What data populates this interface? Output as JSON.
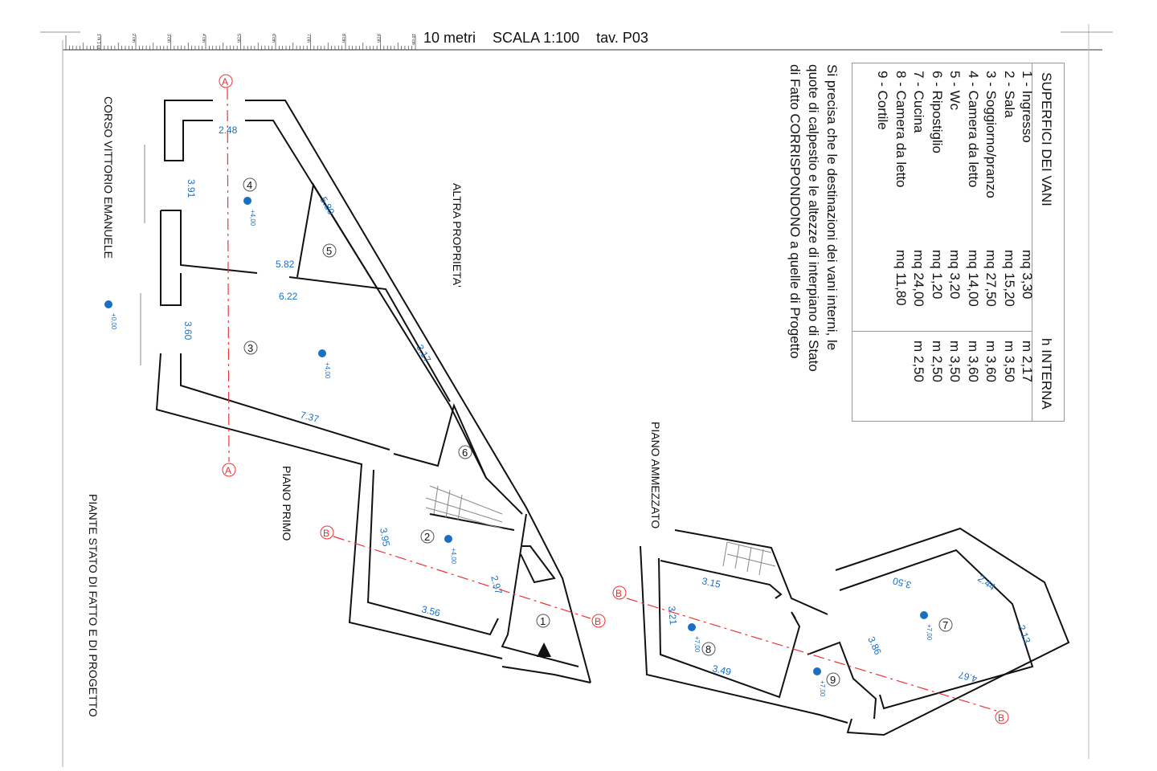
{
  "header": {
    "scale_bar_label": "10 metri",
    "scale": "SCALA 1:100",
    "sheet": "tav. P03",
    "ruler_ticks": [
      "1 m 1 cm",
      "2 cm",
      "3 cm",
      "4 cm",
      "5 cm",
      "6 cm",
      "7 cm",
      "8 cm",
      "9 cm",
      "10 cm"
    ]
  },
  "legend": {
    "title": "SUPERFICI DEI VANI",
    "height_header": "h INTERNA",
    "rooms": [
      {
        "name": "1 - Ingresso",
        "area": "mq   3,30",
        "height": "m 2,17"
      },
      {
        "name": "2 - Sala",
        "area": "mq 15,20",
        "height": "m 3,50"
      },
      {
        "name": "3 - Soggiorno/pranzo",
        "area": "mq 27,50",
        "height": "m 3,60"
      },
      {
        "name": "4 - Camera da letto",
        "area": "mq 14,00",
        "height": "m 3,60"
      },
      {
        "name": "5 - Wc",
        "area": "mq   3,20",
        "height": "m 3,50"
      },
      {
        "name": "6 - Ripostiglio",
        "area": "mq   1,20",
        "height": "m 2,50"
      },
      {
        "name": "7 - Cucina",
        "area": "mq 24,00",
        "height": "m 2,50"
      },
      {
        "name": "8 - Camera da letto",
        "area": "mq 11,80",
        "height": ""
      },
      {
        "name": "9 - Cortile",
        "area": "",
        "height": ""
      }
    ],
    "note_lines": [
      "Si precisa che le destinazioni dei vani interni, le",
      "quote di calpestio e le altezze di interpiano di Stato",
      "di Fatto CORRISPONDONO a quelle di Progetto"
    ]
  },
  "labels": {
    "street": "CORSO VITTORIO EMANUELE",
    "neighbor": "ALTRA PROPRIETA'",
    "floor_first": "PIANO PRIMO",
    "floor_mezzanine": "PIANO AMMEZZATO",
    "title": "PIANTE STATO DI FATTO E DI PROGETTO"
  },
  "sections": {
    "a": "A",
    "b": "B"
  },
  "rooms": [
    "1",
    "2",
    "3",
    "4",
    "5",
    "6",
    "7",
    "8",
    "9"
  ],
  "dimensions": {
    "d248": "2.48",
    "d391": "3.91",
    "d580": "5.80",
    "d582": "5.82",
    "d622": "6.22",
    "d360": "3.60",
    "d317": "3.17",
    "d737": "7.37",
    "d395": "3.95",
    "d297": "2.97",
    "d356": "3.56",
    "d315": "3.15",
    "d321": "3.21",
    "d349": "3.49",
    "d350": "3.50",
    "d244": "2.44",
    "d213": "2.13",
    "d467": "4.67",
    "d386": "3.86"
  },
  "elevations": {
    "e0": "+0,00",
    "e4": "+4,00",
    "e7": "+7,00"
  },
  "colors": {
    "dimension": "#1a6fc4",
    "section": "#e33333",
    "wall": "#111111"
  }
}
